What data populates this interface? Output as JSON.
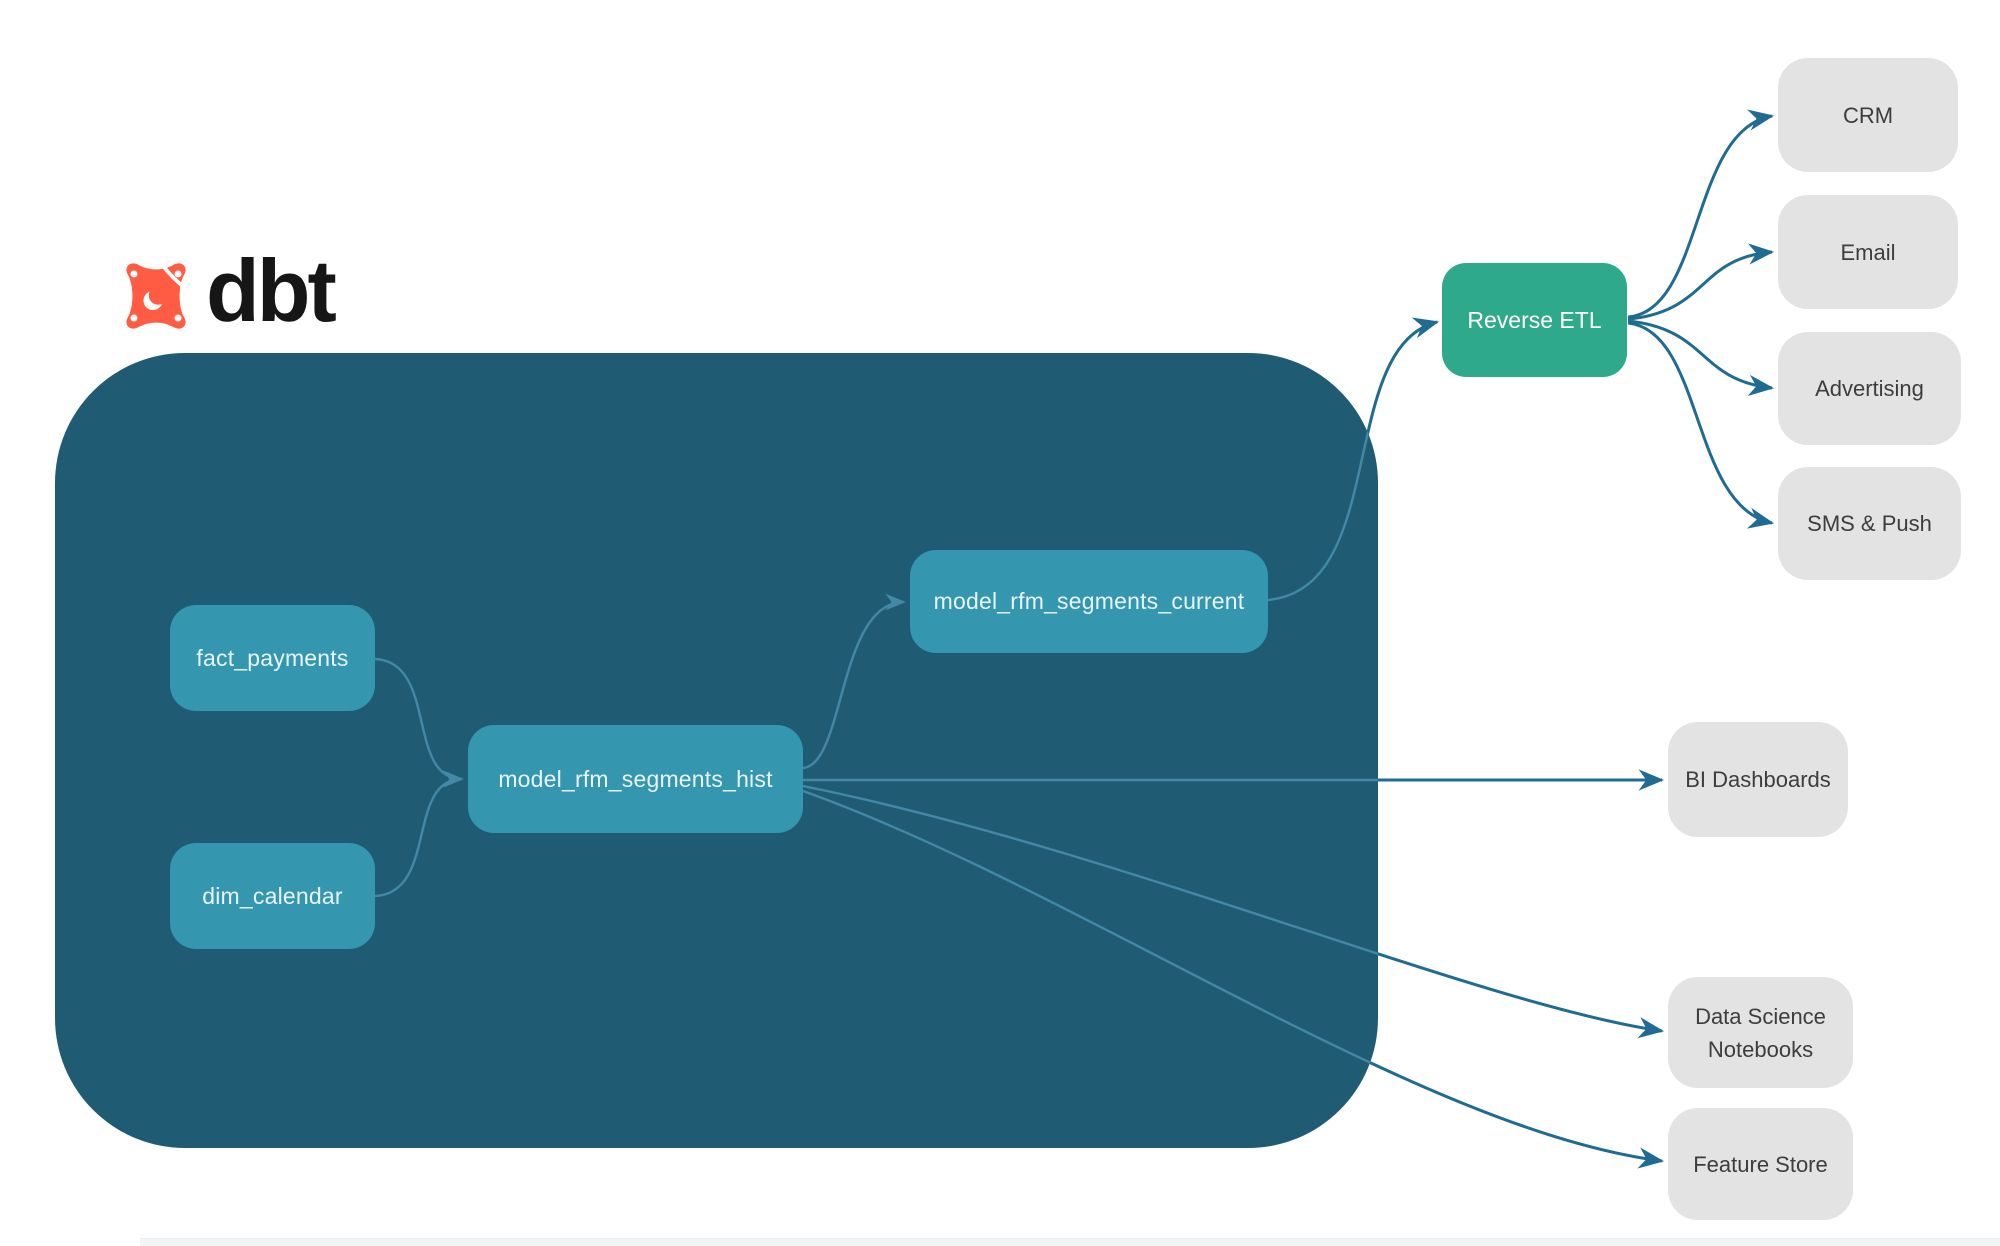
{
  "colors": {
    "page-bg": "#ffffff",
    "container-bg": "#205B74",
    "node-bg": "#3496AF",
    "node-text": "#E9F4F8",
    "green-bg": "#2EA98C",
    "gray-bg": "#E3E3E3",
    "gray-text": "#3D3D3D",
    "arrow-dark": "#1F6B92",
    "arrow-light": "#4388A4",
    "logo-orange": "#FF5C43",
    "logo-text": "#161616"
  },
  "logo": {
    "brand": "dbt",
    "icon": "dbt-star-icon"
  },
  "nodes": {
    "fact_payments": {
      "label": "fact_payments",
      "type": "model-in-dbt-container"
    },
    "dim_calendar": {
      "label": "dim_calendar",
      "type": "model-in-dbt-container"
    },
    "model_rfm_segments_hist": {
      "label": "model_rfm_segments_hist",
      "type": "model-in-dbt-container"
    },
    "model_rfm_segments_current": {
      "label": "model_rfm_segments_current",
      "type": "model-in-dbt-container"
    },
    "reverse_etl": {
      "label": "Reverse ETL",
      "type": "process"
    },
    "crm": {
      "label": "CRM",
      "type": "destination"
    },
    "email": {
      "label": "Email",
      "type": "destination"
    },
    "advertising": {
      "label": "Advertising",
      "type": "destination"
    },
    "sms_push": {
      "label": "SMS & Push",
      "type": "destination"
    },
    "bi_dashboards": {
      "label": "BI Dashboards",
      "type": "destination"
    },
    "data_science_notebooks": {
      "label": "Data Science Notebooks",
      "type": "destination"
    },
    "feature_store": {
      "label": "Feature Store",
      "type": "destination"
    }
  },
  "edges": [
    {
      "from": "fact_payments",
      "to": "model_rfm_segments_hist"
    },
    {
      "from": "dim_calendar",
      "to": "model_rfm_segments_hist"
    },
    {
      "from": "model_rfm_segments_hist",
      "to": "model_rfm_segments_current"
    },
    {
      "from": "model_rfm_segments_current",
      "to": "reverse_etl"
    },
    {
      "from": "model_rfm_segments_hist",
      "to": "bi_dashboards"
    },
    {
      "from": "model_rfm_segments_hist",
      "to": "data_science_notebooks"
    },
    {
      "from": "model_rfm_segments_hist",
      "to": "feature_store"
    },
    {
      "from": "reverse_etl",
      "to": "crm"
    },
    {
      "from": "reverse_etl",
      "to": "email"
    },
    {
      "from": "reverse_etl",
      "to": "advertising"
    },
    {
      "from": "reverse_etl",
      "to": "sms_push"
    }
  ]
}
